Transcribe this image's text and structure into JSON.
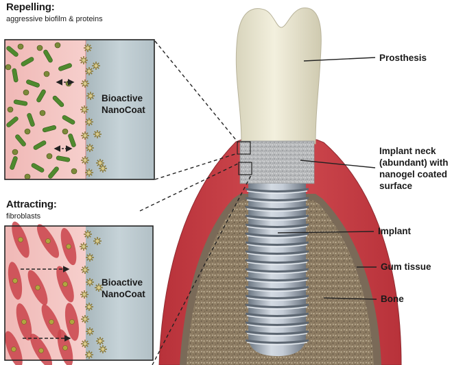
{
  "panels": {
    "top": {
      "title": "Repelling:",
      "subtitle": "aggressive biofilm & proteins",
      "coat_label": [
        "Bioactive",
        "NanoCoat"
      ]
    },
    "bottom": {
      "title": "Attracting:",
      "subtitle": "fibroblasts",
      "coat_label": [
        "Bioactive",
        "NanoCoat"
      ]
    }
  },
  "labels": {
    "prosthesis": "Prosthesis",
    "implant_neck": [
      "Implant neck",
      "(abundant) with",
      "nanogel coated",
      "surface"
    ],
    "implant": "Implant",
    "gum_tissue": "Gum tissue",
    "bone": "Bone"
  },
  "colors": {
    "gum": "#c9434a",
    "gum_light": "#f2c4c2",
    "coat": "#b9c7cc",
    "bone": "#8a7a62",
    "bacteria": "#4f8a2e",
    "tooth": "#ece8d2"
  }
}
